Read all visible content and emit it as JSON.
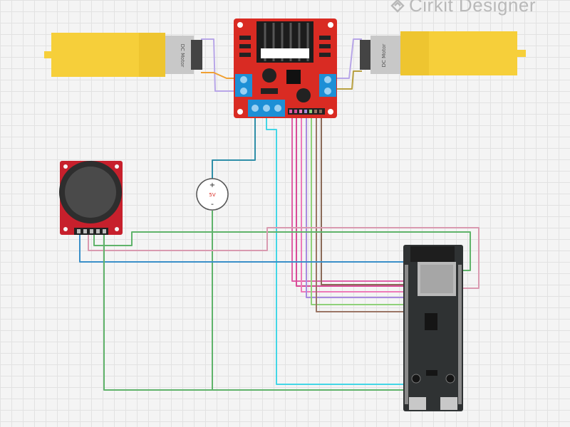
{
  "brand": {
    "name": "Cirkit Designer"
  },
  "components": {
    "motor_left": {
      "label": "DC Motor"
    },
    "motor_right": {
      "label": "DC Motor"
    },
    "battery": {
      "label": "5V",
      "plus": "+",
      "minus": "-"
    }
  },
  "colors": {
    "motor_yellow": "#f6cf3a",
    "driver_red": "#d92b23",
    "terminal_blue": "#1d8fd6",
    "esp_board": "#2f3233",
    "joystick_red": "#c7202c",
    "wire_teal": "#2f8fa8",
    "wire_green": "#5fb36a",
    "wire_pink": "#e060a8",
    "wire_purple": "#a88be0",
    "wire_cyan": "#44d6e6",
    "wire_brown": "#9a7565",
    "wire_orange": "#f0a032",
    "wire_olive": "#b8a040"
  }
}
